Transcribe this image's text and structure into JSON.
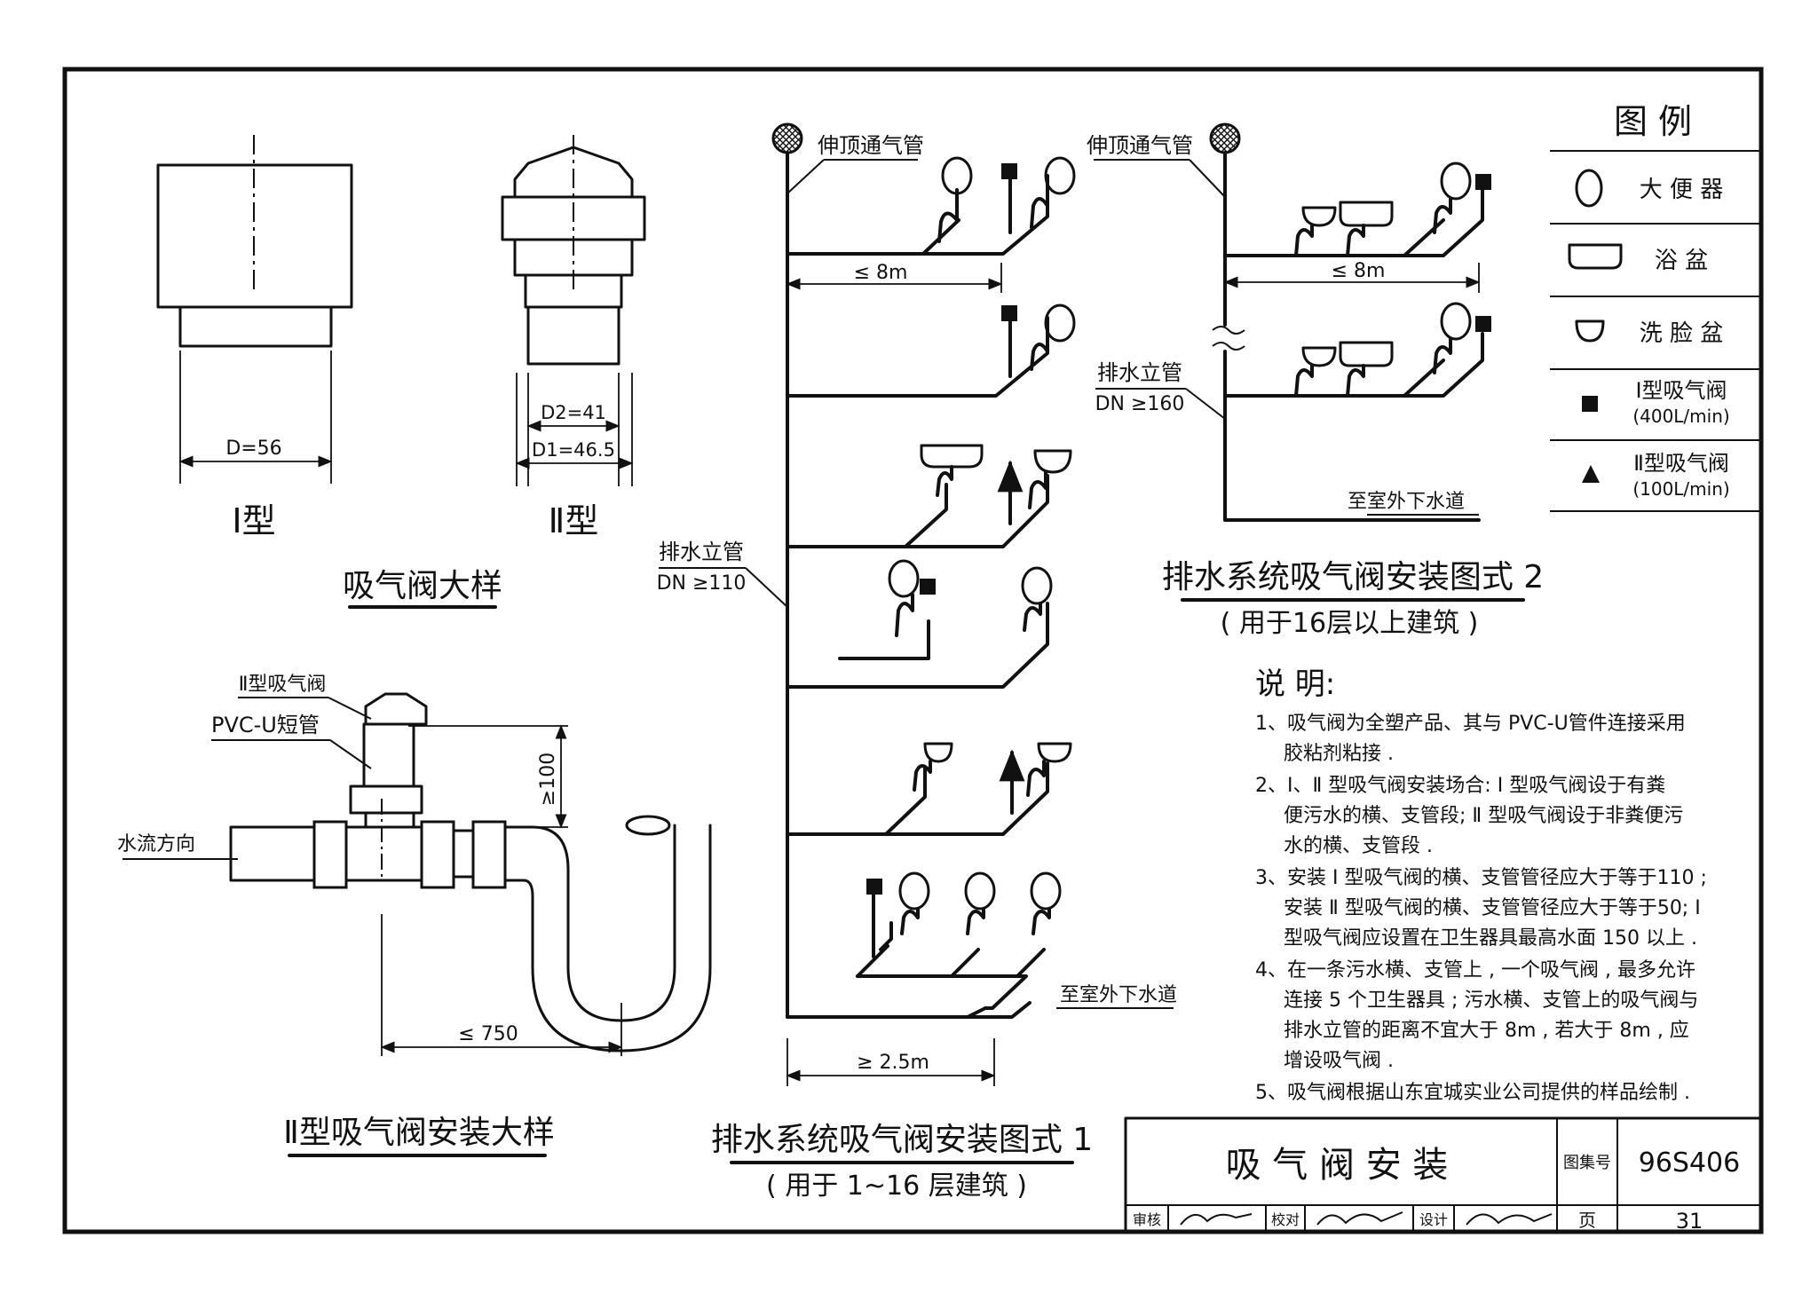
{
  "valve_detail": {
    "title": "吸气阀大样",
    "type1": {
      "dim": "D=56",
      "label": "Ⅰ型"
    },
    "type2": {
      "dim_d2": "D2=41",
      "dim_d1": "D1=46.5",
      "label": "Ⅱ型"
    }
  },
  "install_detail": {
    "title": "Ⅱ型吸气阀安装大样",
    "valve_label": "Ⅱ型吸气阀",
    "pipe_label": "PVC-U短管",
    "flow_label": "水流方向",
    "height_dim": "≥100",
    "dist_dim": "≤ 750"
  },
  "scheme1": {
    "title": "排水系统吸气阀安装图式 1",
    "subtitle": "( 用于 1~16 层建筑 )",
    "vent_label": "伸顶通气管",
    "stack_label": "排水立管",
    "stack_dn": "DN ≥110",
    "dim_top": "≤ 8m",
    "dim_bottom": "≥ 2.5m",
    "outlet_label": "至室外下水道"
  },
  "scheme2": {
    "title": "排水系统吸气阀安装图式 2",
    "subtitle": "( 用于16层以上建筑 )",
    "vent_label": "伸顶通气管",
    "stack_label": "排水立管",
    "stack_dn": "DN ≥160",
    "dim_top": "≤ 8m",
    "outlet_label": "至室外下水道"
  },
  "legend": {
    "title": "图 例",
    "items": [
      {
        "icon": "toilet-icon",
        "label": "大 便 器",
        "sub": ""
      },
      {
        "icon": "bathtub-icon",
        "label": "浴 盆",
        "sub": ""
      },
      {
        "icon": "washbasin-icon",
        "label": "洗 脸 盆",
        "sub": ""
      },
      {
        "icon": "square-valve-icon",
        "label": "Ⅰ型吸气阀",
        "sub": "(400L/min)"
      },
      {
        "icon": "triangle-valve-icon",
        "label": "Ⅱ型吸气阀",
        "sub": "(100L/min)"
      }
    ]
  },
  "notes": {
    "heading": "说 明:",
    "lines": [
      "1、吸气阀为全塑产品、其与 PVC-U管件连接采用",
      "胶粘剂粘接 .",
      "2、Ⅰ、Ⅱ 型吸气阀安装场合: Ⅰ 型吸气阀设于有粪",
      "便污水的横、支管段; Ⅱ 型吸气阀设于非粪便污",
      "水的横、支管段 .",
      "3、安装 Ⅰ 型吸气阀的横、支管管径应大于等于110 ;",
      "安装 Ⅱ 型吸气阀的横、支管管径应大于等于50; Ⅰ",
      "型吸气阀应设置在卫生器具最高水面 150 以上 .",
      "4、在一条污水横、支管上 , 一个吸气阀 , 最多允许",
      "连接 5 个卫生器具 ; 污水横、支管上的吸气阀与",
      "排水立管的距离不宜大于 8m , 若大于 8m , 应",
      "增设吸气阀 .",
      "5、吸气阀根据山东宜城实业公司提供的样品绘制 ."
    ]
  },
  "title_block": {
    "drawing_title": "吸 气 阀 安 装",
    "atlas_label": "图集号",
    "atlas_no": "96S406",
    "review_label": "审核",
    "check_label": "校对",
    "design_label": "设计",
    "page_label": "页",
    "page_no": "31"
  }
}
